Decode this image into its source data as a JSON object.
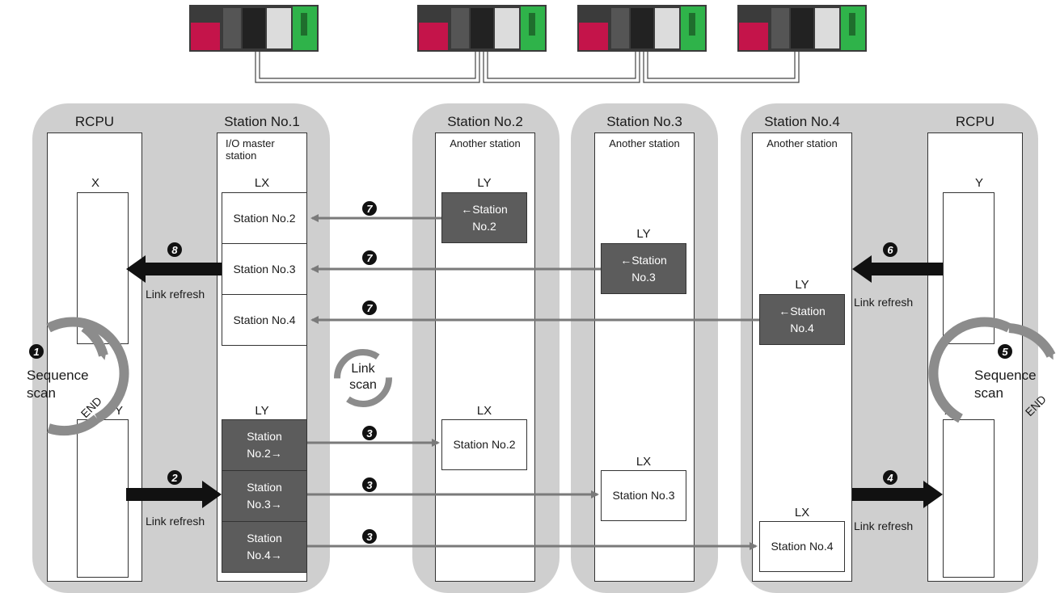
{
  "regions": {
    "master": {
      "rcpu_title": "RCPU",
      "station_title": "Station No.1",
      "station_sub": "I/O master\nstation"
    },
    "station2": {
      "title": "Station No.2",
      "sub": "Another station"
    },
    "station3": {
      "title": "Station No.3",
      "sub": "Another station"
    },
    "station4": {
      "title": "Station No.4",
      "sub": "Another station",
      "rcpu_title": "RCPU"
    }
  },
  "devices": {
    "x": "X",
    "y": "Y",
    "lx": "LX",
    "ly": "LY"
  },
  "master_lx_cells": [
    "Station No.2",
    "Station No.3",
    "Station No.4"
  ],
  "master_ly_cells": [
    "Station\nNo.2→",
    "Station\nNo.3→",
    "Station\nNo.4→"
  ],
  "other_ly_cells": [
    "←Station\nNo.2",
    "←Station\nNo.3",
    "←Station\nNo.4"
  ],
  "other_lx_cells": [
    "Station No.2",
    "Station No.3",
    "Station No.4"
  ],
  "labels": {
    "link_refresh": "Link refresh",
    "sequence_scan": "Sequence\nscan",
    "end": "END",
    "link_scan": "Link\nscan"
  },
  "steps": [
    "1",
    "2",
    "3",
    "4",
    "5",
    "6",
    "7",
    "8"
  ]
}
